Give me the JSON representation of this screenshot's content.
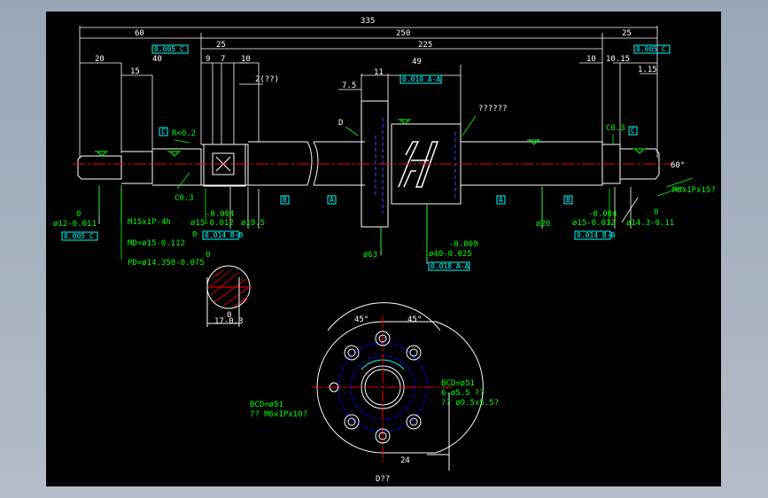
{
  "dims": {
    "overall": "335",
    "left_60": "60",
    "mid_250": "250",
    "right_25": "25",
    "d_25": "25",
    "d_225": "225",
    "d_20": "20",
    "d_40": "40",
    "d_15": "15",
    "d_9": "9",
    "d_7": "7",
    "d_10a": "10",
    "d_2": "2(??)",
    "d_11": "11",
    "d_49": "49",
    "d_7_5": "7.5",
    "d_10b": "10",
    "d_10_15": "10.15",
    "d_1_15": "1.15",
    "d_24": "24",
    "d_45a": "45°",
    "d_45b": "45°",
    "d_60deg": "60°",
    "d_17": "17-0.3",
    "d_17_top": "0"
  },
  "tolerances": {
    "tol_tl": "0.005 C",
    "tol_tr": "0.005 C",
    "tol_nut_top": "0.010 A-A",
    "tol_b1": "0.005 C",
    "tol_b2": "0.014 B-B",
    "tol_b3": "0.018 A-A",
    "tol_b4": "0.014 B-B"
  },
  "labels": {
    "r02": "R<0.2",
    "c03a": "C0.3",
    "c03b": "C0.3",
    "d_label": "D",
    "nut_label": "??????",
    "dia12": "ø12-0.011",
    "dia12_top": "0",
    "m15": "M15x1P-4h",
    "md": "MD=ø15-0.112",
    "md_top": "0",
    "pd": "PD=ø14.350-0.075",
    "pd_top": "0",
    "dia15a_top": "-0.004",
    "dia15a": "ø15-0.012",
    "dia19_5": "ø19.5",
    "dia63": "ø63",
    "dia40_top": "-0.009",
    "dia40": "ø40-0.025",
    "dia20": "ø20",
    "dia15b_top": "-0.004",
    "dia15b": "ø15-0.012",
    "dia14_3_top": "0",
    "dia14_3": "ø14.3-0.11",
    "m6": "M6x1Px15?",
    "bcd_left": "BCD=ø51",
    "m6_left": "?? M6x1Px10?",
    "bcd_right": "BCD=ø51",
    "holes": "6-ø5.5 ??",
    "cbore": "?? ø9.5x5.5?",
    "bottom_d": "D??",
    "datum_a": "A",
    "datum_b": "B",
    "datum_c": "C"
  },
  "colors": {
    "background": "#000000",
    "dimension": "#ffffff",
    "annotation": "#00ff00",
    "tolerance": "#00ffff",
    "centerline": "#ff0000",
    "hidden": "#0000ff",
    "section": "#ff0000",
    "nut_logo": "#ffffff"
  }
}
